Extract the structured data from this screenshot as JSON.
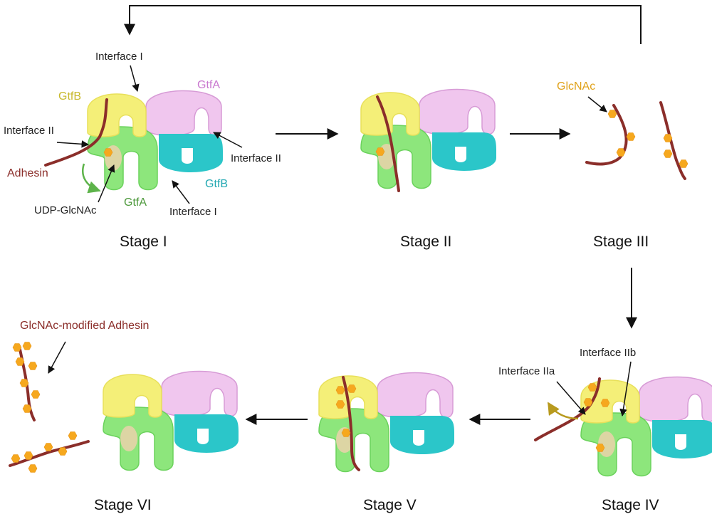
{
  "labels": {
    "interface_i": "Interface I",
    "interface_ii": "Interface II",
    "interface_iia": "Interface IIa",
    "interface_iib": "Interface IIb",
    "gtfa": "GtfA",
    "gtfb": "GtfB",
    "adhesin": "Adhesin",
    "udp_glcnac": "UDP-GlcNAc",
    "glcnac": "GlcNAc",
    "modified_adhesin": "GlcNAc-modified Adhesin"
  },
  "stages": {
    "s1": "Stage I",
    "s2": "Stage II",
    "s3": "Stage III",
    "s4": "Stage IV",
    "s5": "Stage V",
    "s6": "Stage VI"
  },
  "colors": {
    "gtfa_pink": "#f0c6ee",
    "gtfb_yellow": "#f4ef78",
    "gtfa_green": "#8de67c",
    "gtfb_cyan": "#2bc6c9",
    "adhesin": "#8b2e2a",
    "glcnac": "#f6a81e"
  }
}
